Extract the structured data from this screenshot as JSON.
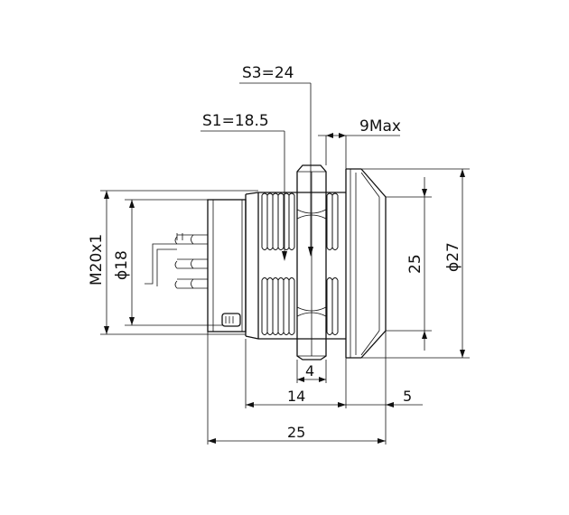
{
  "labels": {
    "s3": "S3=24",
    "s1": "S1=18.5",
    "max9": "9Max",
    "m20": "M20x1",
    "d18": "ϕ18",
    "h25": "25",
    "d27": "ϕ27",
    "w4": "4",
    "w14": "14",
    "w5": "5",
    "w25": "25"
  }
}
